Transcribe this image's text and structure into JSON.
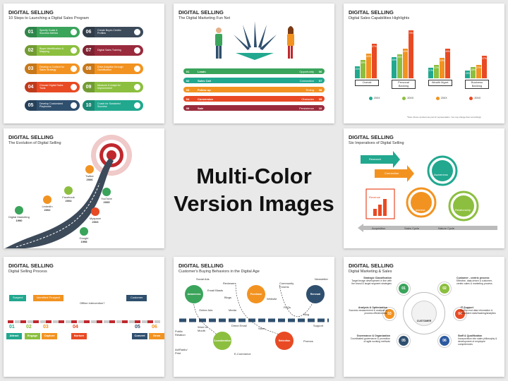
{
  "center": {
    "line1": "Multi-Color",
    "line2": "Version Images"
  },
  "colors": {
    "green": "#3aa45b",
    "lime": "#8cbf3f",
    "orange": "#f29321",
    "red": "#e84a24",
    "darkred": "#c0282d",
    "blue": "#2c5aa0",
    "teal": "#21a88f",
    "maroon": "#9a2b3d",
    "navy": "#2f4f6e",
    "slate": "#3c4a5a"
  },
  "s1": {
    "title": "DIGITAL SELLING",
    "subtitle": "10 Steps to Launching a Digital Sales Program",
    "steps": [
      {
        "n": "01",
        "t": "Specify Goals & Success Metrics"
      },
      {
        "n": "02",
        "t": "Buyer Identification & Mapping"
      },
      {
        "n": "03",
        "t": "Develop a Content for Sales Strategy"
      },
      {
        "n": "04",
        "t": "Choose Digital Sales Tools"
      },
      {
        "n": "05",
        "t": "Develop Customized Playbooks"
      },
      {
        "n": "06",
        "t": "Create Buyer-Centric Profiles"
      },
      {
        "n": "07",
        "t": "Digital Sales Training"
      },
      {
        "n": "08",
        "t": "Drive Adoption through Gamification"
      },
      {
        "n": "09",
        "t": "Measure & Adapt for Improvement"
      },
      {
        "n": "10",
        "t": "Coach for Sustained Success"
      }
    ]
  },
  "s2": {
    "title": "DIGITAL SELLING",
    "subtitle": "The Digital Marketing Fun Net",
    "rows": [
      {
        "a": "01",
        "l": "Leads",
        "r": "Opportunity",
        "b": "06"
      },
      {
        "a": "02",
        "l": "Sales Call",
        "r": "Connection",
        "b": "07"
      },
      {
        "a": "03",
        "l": "Follow up",
        "r": "Timing",
        "b": "08"
      },
      {
        "a": "04",
        "l": "Conversion",
        "r": "Obstacles",
        "b": "09"
      },
      {
        "a": "05",
        "l": "Sale",
        "r": "Persistence",
        "b": "10"
      }
    ]
  },
  "s3": {
    "title": "DIGITAL SELLING",
    "subtitle": "Digital Sales Capabilities Highlights",
    "chart_data": {
      "type": "bar",
      "categories": [
        "Overall",
        "Personal Banking",
        "Wealth Mgmt.",
        "Business Banking"
      ],
      "series": [
        {
          "name": "20XX",
          "values": [
            20,
            35,
            17,
            13
          ]
        },
        {
          "name": "20XX",
          "values": [
            30,
            39,
            22,
            18
          ]
        },
        {
          "name": "20XX",
          "values": [
            40,
            49,
            33,
            22
          ]
        },
        {
          "name": "20XX",
          "values": [
            57,
            79,
            49,
            37
          ]
        }
      ],
      "labels": [
        [
          "20%",
          "30%",
          "40%",
          "57%"
        ],
        [
          "35%",
          "39%",
          "49%",
          "79%"
        ],
        [
          "17%",
          "22%",
          "33%",
          "49%"
        ],
        [
          "13%",
          "18%",
          "22%",
          "37%"
        ]
      ],
      "legend": [
        "20XX",
        "20XX",
        "20XX",
        "20XX"
      ]
    },
    "note": "*Note: Above numbers are just for representation. You may change them accordingly."
  },
  "s4": {
    "title": "DIGITAL SELLING",
    "subtitle": "The Evolution of Digital Selling",
    "items": [
      {
        "n": "Digital Marketing",
        "y": "1990"
      },
      {
        "n": "LinkedIn",
        "y": "2002"
      },
      {
        "n": "Facebook",
        "y": "2004"
      },
      {
        "n": "Twitter",
        "y": "2006"
      },
      {
        "n": "YouTube",
        "y": "2005"
      },
      {
        "n": "Myspace",
        "y": "2003"
      },
      {
        "n": "Google",
        "y": "1998"
      }
    ]
  },
  "s5": {
    "title": "DIGITAL SELLING",
    "subtitle": "Six Imperatives of Digital Selling",
    "labels": {
      "research": "Research",
      "connection": "Connection",
      "awareness": "Awareness",
      "revenue": "Revenue",
      "interest": "Interest",
      "relationship": "Relationship",
      "acquisition": "Acquisition",
      "cycle": "Sales Cycle",
      "nature": "Nature Cycle"
    }
  },
  "s6": {
    "title": "DIGITAL SELLING",
    "subtitle": "Digital Selling Process",
    "top": {
      "suspect": "Suspect",
      "prospect": "Identified Prospect",
      "offline": "Offline intervention?",
      "customer": "Customer"
    },
    "nums": [
      "01",
      "02",
      "03",
      "04",
      "05",
      "06"
    ],
    "steps": [
      "Attract",
      "Engage",
      "Capture",
      "Nurture",
      "Convert",
      "Grow"
    ]
  },
  "s7": {
    "title": "DIGITAL SELLING",
    "subtitle": "Customer's Buying Behaviors in the Digital  Age",
    "stages": [
      "Awareness",
      "Consideration",
      "Purchase",
      "Retention",
      "Renewal"
    ],
    "words": {
      "social_ads": "Social Ads",
      "reviewers": "Reviewers",
      "email": "Email Blasts",
      "blogs": "Blogs",
      "online_ads": "Online Ads",
      "media": "Media",
      "word": "Word of Mouth",
      "direct": "Direct Email",
      "store": "Store",
      "pr": "Public Relation",
      "adradio": "Ad/Radio/ Print",
      "ecommerce": "E-Commerce",
      "community": "Community Forums",
      "website": "Website",
      "faqs": "FAQs",
      "promos": "Promos",
      "newsletter": "Newsletter",
      "blog": "Blog",
      "support": "Support"
    }
  },
  "s8": {
    "title": "DIGITAL SELLING",
    "subtitle": "Digital Marketing & Sales",
    "center": "CUSTOMER",
    "items": [
      {
        "n": "01",
        "h": "Strategic Classification",
        "t": "Target image development in line with the brand & target segment strategies"
      },
      {
        "n": "02",
        "h": "Customer - centric process",
        "t": "Effective, data-driven & customer-centric sales & marketing process"
      },
      {
        "n": "03",
        "h": "Analysis & Optimization",
        "t": "Success measurement & analysis of process effectiveness"
      },
      {
        "n": "04",
        "h": "IT Support",
        "t": "End-to-end data information & consistent data/tracking/analytics"
      },
      {
        "n": "05",
        "h": "Governance & Organization",
        "t": "Coordinated governance & promotion of agile working methods"
      },
      {
        "n": "06",
        "h": "Staff & Qualification",
        "t": "Incorporation into sales philosophy & development of employee competencies"
      }
    ]
  }
}
